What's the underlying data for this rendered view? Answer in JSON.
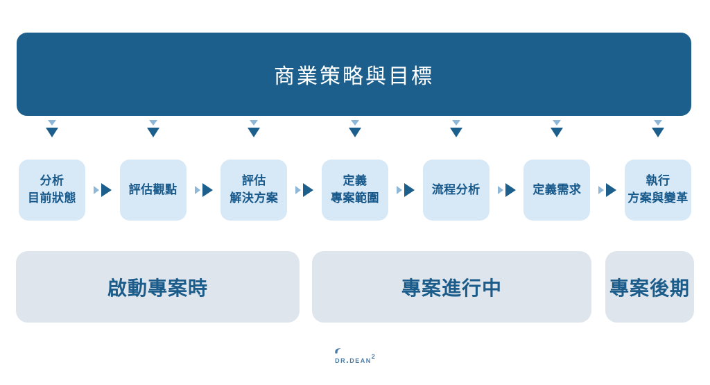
{
  "colors": {
    "banner_bg": "#1d5f8c",
    "banner_text": "#ffffff",
    "step_box_bg": "#d7e8f6",
    "step_text": "#16588a",
    "phase_box_bg": "#dee5ec",
    "phase_text": "#1c5c8a",
    "arrow_dark": "#1d5f8c",
    "arrow_light": "#8fb7d7",
    "logo_color": "#4a7ba7"
  },
  "banner": {
    "title": "商業策略與目標"
  },
  "steps": [
    {
      "line1": "分析",
      "line2": "目前狀態"
    },
    {
      "line1": "評估觀點",
      "line2": ""
    },
    {
      "line1": "評估",
      "line2": "解決方案"
    },
    {
      "line1": "定義",
      "line2": "專案範圍"
    },
    {
      "line1": "流程分析",
      "line2": ""
    },
    {
      "line1": "定義需求",
      "line2": ""
    },
    {
      "line1": "執行",
      "line2": "方案與變革"
    }
  ],
  "phases": [
    {
      "label": "啟動專案時"
    },
    {
      "label": "專案進行中"
    },
    {
      "label": "專案後期"
    }
  ],
  "logo": {
    "text": "Dr.Dean",
    "superscript": "2"
  }
}
